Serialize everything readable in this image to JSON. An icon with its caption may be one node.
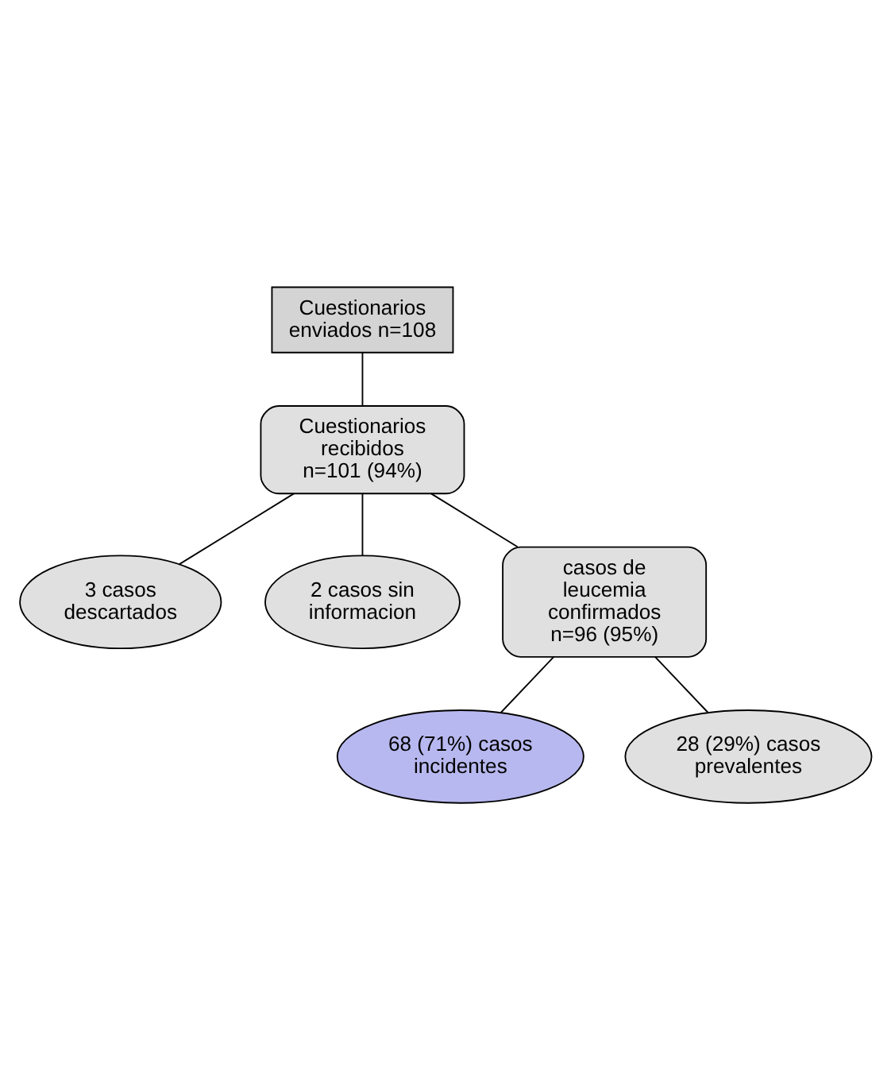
{
  "diagram": {
    "nodes": [
      {
        "text": [
          "Cuestionarios enviados n=108"
        ]
      },
      {
        "text": [
          "Cuestionarios recibidos n=101 (94%)"
        ]
      },
      {
        "text": [
          "3 casos descartados"
        ]
      },
      {
        "text": [
          "2 casos sin informacion"
        ]
      },
      {
        "text": [
          "casos de leucemia confirmados n=96 (95%)"
        ]
      },
      {
        "text": [
          "68 (71%) casos incidentes"
        ]
      },
      {
        "text": [
          "28 (29%) casos prevalentes"
        ]
      }
    ],
    "edges": [
      {
        "from": 0,
        "to": 1,
        "arrow": "none"
      },
      {
        "from": 1,
        "to": 2,
        "arrow": "none"
      },
      {
        "from": 1,
        "to": 3,
        "arrow": "none"
      },
      {
        "from": 1,
        "to": 4,
        "arrow": "none"
      },
      {
        "from": 4,
        "to": 5,
        "arrow": "none"
      },
      {
        "from": 4,
        "to": 6,
        "arrow": "none"
      }
    ]
  }
}
